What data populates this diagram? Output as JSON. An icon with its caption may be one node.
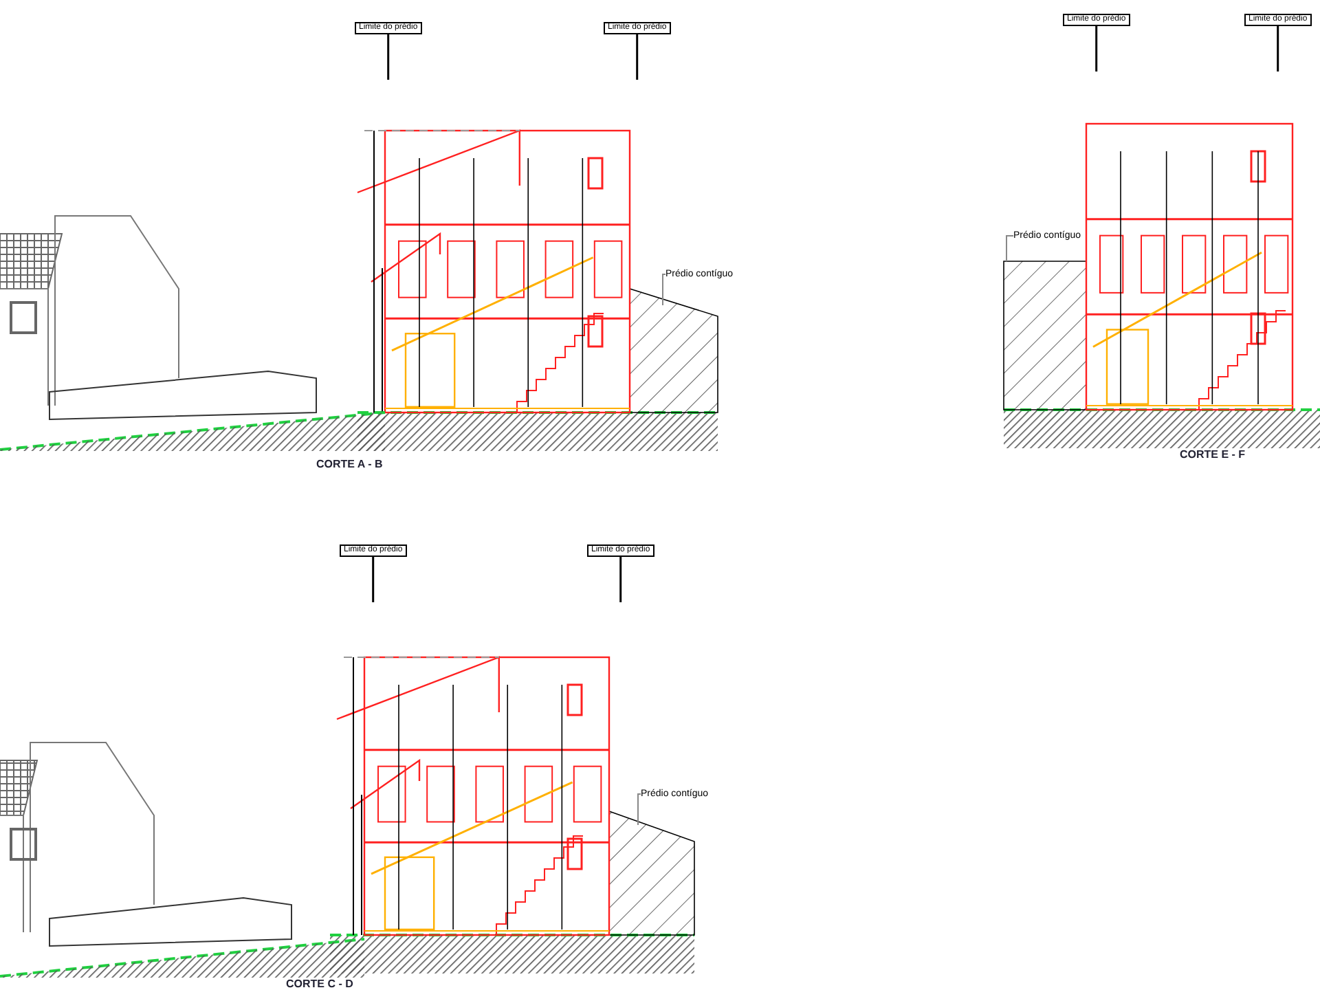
{
  "diagram": {
    "nodes": [
      {
        "text": [
          "Limite do prédio"
        ]
      },
      {
        "text": [
          "Limite do prédio"
        ]
      },
      {
        "text": [
          "Limite do prédio"
        ]
      },
      {
        "text": [
          "Limite do prédio"
        ]
      },
      {
        "text": [
          "Limite do prédio"
        ]
      },
      {
        "text": [
          "Limite do prédio"
        ]
      },
      {
        "text": [
          "Prédio contíguo"
        ]
      },
      {
        "text": [
          "Prédio contíguo"
        ]
      },
      {
        "text": [
          "Prédio contíguo"
        ]
      }
    ],
    "edges": [
      {
        "from": 0,
        "to": null,
        "arrow": "none"
      },
      {
        "from": 1,
        "to": null,
        "arrow": "none"
      },
      {
        "from": 2,
        "to": null,
        "arrow": "none"
      },
      {
        "from": 3,
        "to": null,
        "arrow": "none"
      },
      {
        "from": 4,
        "to": null,
        "arrow": "none"
      },
      {
        "from": 5,
        "to": null,
        "arrow": "none"
      },
      {
        "from": 6,
        "to": null,
        "arrow": "none",
        "color": "#888888"
      },
      {
        "from": 7,
        "to": null,
        "arrow": "none",
        "color": "#888888"
      },
      {
        "from": 8,
        "to": null,
        "arrow": "none",
        "color": "#888888"
      }
    ],
    "labels": [
      "CORTE A - B",
      "CORTE E - F",
      "CORTE C - D"
    ]
  }
}
